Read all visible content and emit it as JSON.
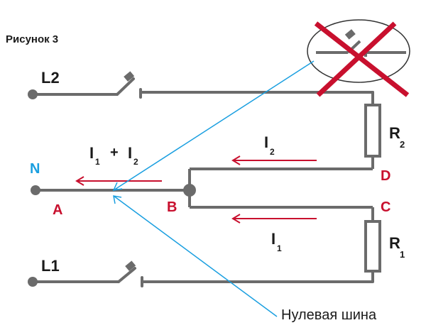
{
  "figure": {
    "caption": "Рисунок 3"
  },
  "terminals": {
    "l2": "L2",
    "l1": "L1",
    "n": "N"
  },
  "nodes": {
    "a": "A",
    "b": "B",
    "c": "C",
    "d": "D"
  },
  "resistors": {
    "r2_main": "R",
    "r2_sub": "2",
    "r1_main": "R",
    "r1_sub": "1"
  },
  "currents": {
    "sum_i": "I",
    "sum_1": "1",
    "sum_plus": "+",
    "sum_i2": "I",
    "sum_2": "2",
    "i2_main": "I",
    "i2_sub": "2",
    "i1_main": "I",
    "i1_sub": "1"
  },
  "callout": {
    "label": "Нулевая шина"
  },
  "colors": {
    "wire": "#6b6b6b",
    "accent_red": "#c8102e",
    "accent_blue": "#1a9fe0",
    "text": "#1a1a1a"
  }
}
